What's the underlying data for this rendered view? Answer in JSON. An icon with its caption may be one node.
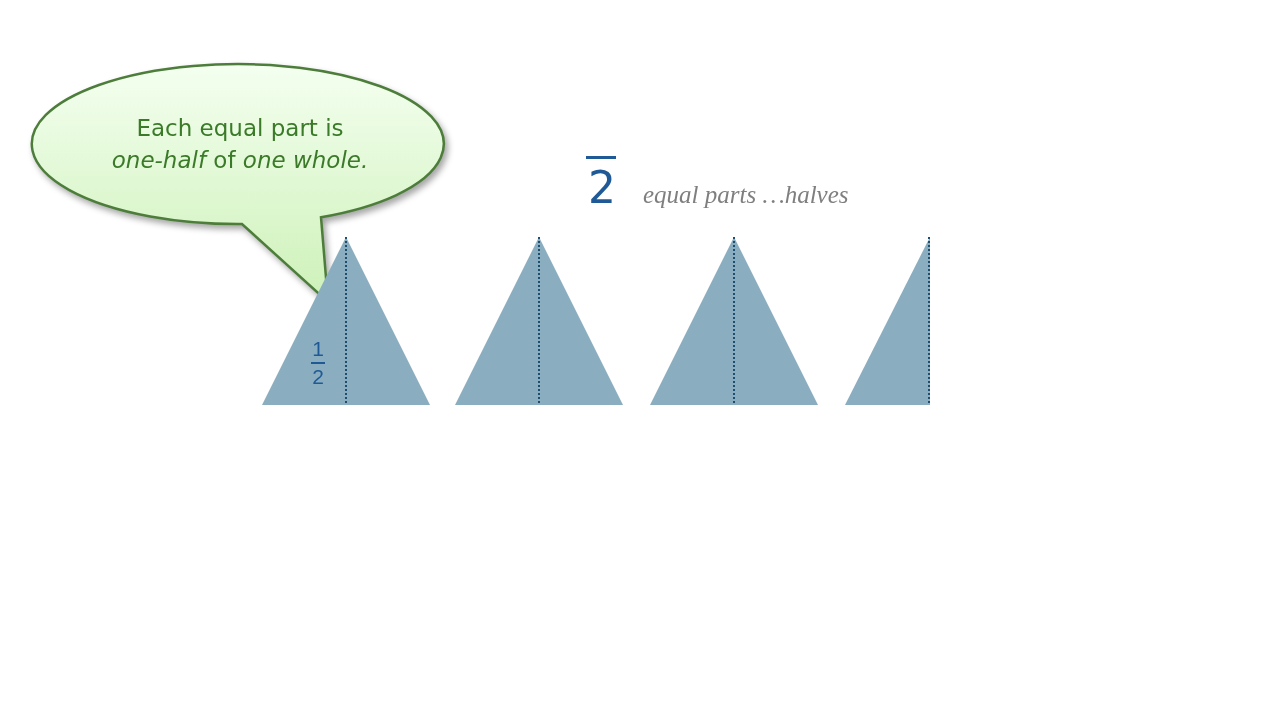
{
  "diagram": {
    "nodes": [
      {
        "text": [
          "Each equal part is *one-half* of *one whole.*"
        ]
      },
      {
        "text": [
          "1",
          "2"
        ]
      },
      {
        "text": [],
        "shape": "triangle"
      },
      {
        "text": [],
        "shape": "triangle"
      },
      {
        "text": [],
        "shape": "triangle"
      }
    ],
    "labels": [
      "2",
      "equal parts …halves"
    ]
  }
}
